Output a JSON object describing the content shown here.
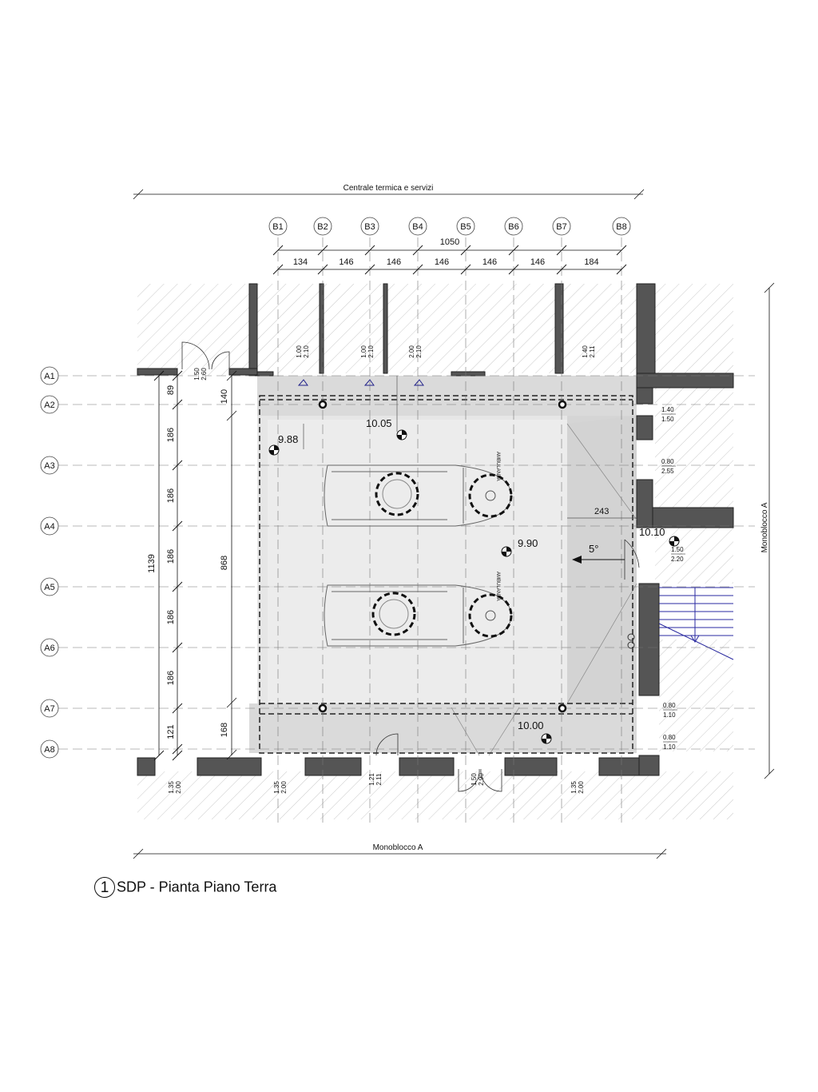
{
  "dims": {
    "top_label": "Centrale termica e servizi",
    "bottom_label": "Monoblocco A",
    "right_label": "Monoblocco A",
    "total_top": "1050",
    "top_segments": [
      "134",
      "146",
      "146",
      "146",
      "146",
      "146",
      "184"
    ],
    "total_left": "1139",
    "left_segments": [
      "89",
      "186",
      "186",
      "186",
      "186",
      "186",
      "121"
    ],
    "inner_left_top": "140",
    "inner_left_mid": "868",
    "inner_left_bottom": "168",
    "right_gap": "243",
    "slope": "5°"
  },
  "grid": {
    "cols": [
      "B1",
      "B2",
      "B3",
      "B4",
      "B5",
      "B6",
      "B7",
      "B8"
    ],
    "rows": [
      "A1",
      "A2",
      "A3",
      "A4",
      "A5",
      "A6",
      "A7",
      "A8"
    ]
  },
  "levels": [
    "9.88",
    "10.05",
    "9.90",
    "10.10",
    "10.00"
  ],
  "openings": {
    "top": [
      {
        "a": "1.50",
        "b": "2.60"
      },
      {
        "a": "1.00",
        "b": "2.10"
      },
      {
        "a": "1.00",
        "b": "2.10"
      },
      {
        "a": "2.00",
        "b": "2.10"
      },
      {
        "a": "1.40",
        "b": "2.11"
      }
    ],
    "right": [
      {
        "a": "1.40",
        "b": "1.50"
      },
      {
        "a": "0.80",
        "b": "2.55"
      },
      {
        "a": "1.50",
        "b": "2.20"
      },
      {
        "a": "0.80",
        "b": "1.10"
      },
      {
        "a": "0.80",
        "b": "1.10"
      }
    ],
    "bottom": [
      {
        "a": "1.35",
        "b": "2.00"
      },
      {
        "a": "1.35",
        "b": "2.00"
      },
      {
        "a": "1.21",
        "b": "2.11"
      },
      {
        "a": "1.50",
        "b": "2.90"
      },
      {
        "a": "1.35",
        "b": "2.00"
      }
    ]
  },
  "vehicle_label": "AMBULANZA",
  "title": {
    "number": "1",
    "text": "SDP -  Pianta Piano Terra"
  }
}
